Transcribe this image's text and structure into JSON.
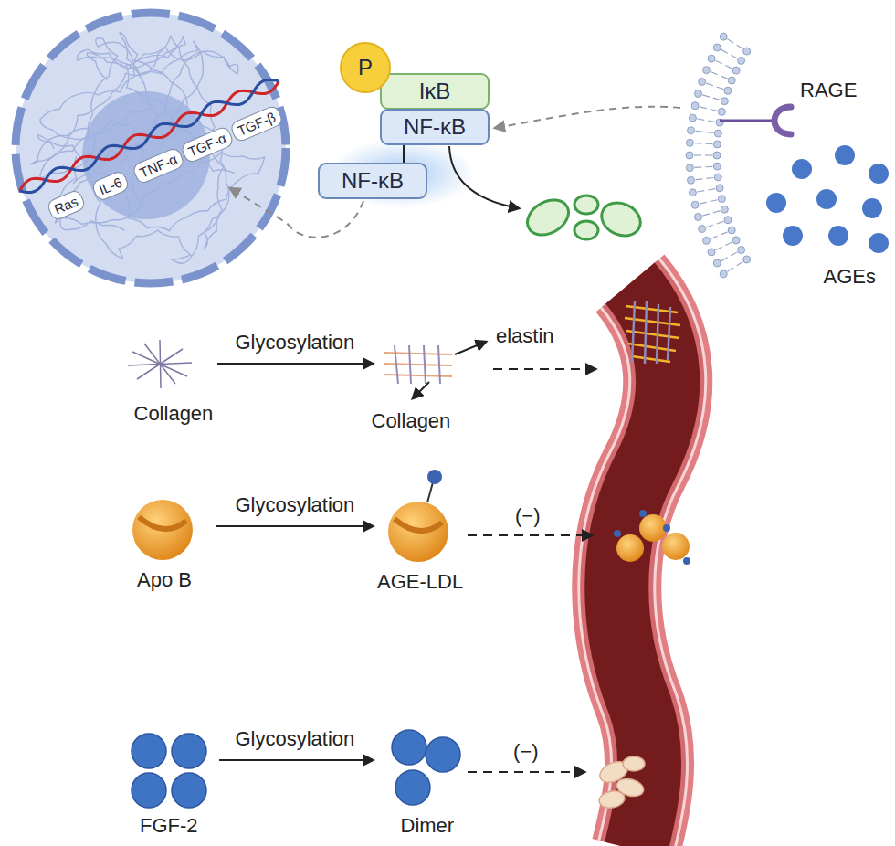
{
  "diagram": {
    "nodes": [
      {
        "text": [
          "Ras"
        ]
      },
      {
        "text": [
          "IL-6"
        ]
      },
      {
        "text": [
          "TNF-α"
        ]
      },
      {
        "text": [
          "TGF-α"
        ]
      },
      {
        "text": [
          "TGF-β"
        ]
      },
      {
        "text": [
          "P"
        ]
      },
      {
        "text": [
          "IκB"
        ]
      },
      {
        "text": [
          "NF-κB"
        ]
      },
      {
        "text": [
          "NF-κB"
        ]
      }
    ],
    "edges": [
      {
        "from": 7,
        "to": 8,
        "arrow": "none"
      }
    ],
    "labels": [
      "RAGE",
      "AGEs",
      "Collagen",
      "Glycosylation",
      "elastin",
      "Collagen",
      "Apo B",
      "Glycosylation",
      "AGE-LDL",
      "(−)",
      "FGF-2",
      "Glycosylation",
      "Dimer",
      "(−)"
    ]
  }
}
